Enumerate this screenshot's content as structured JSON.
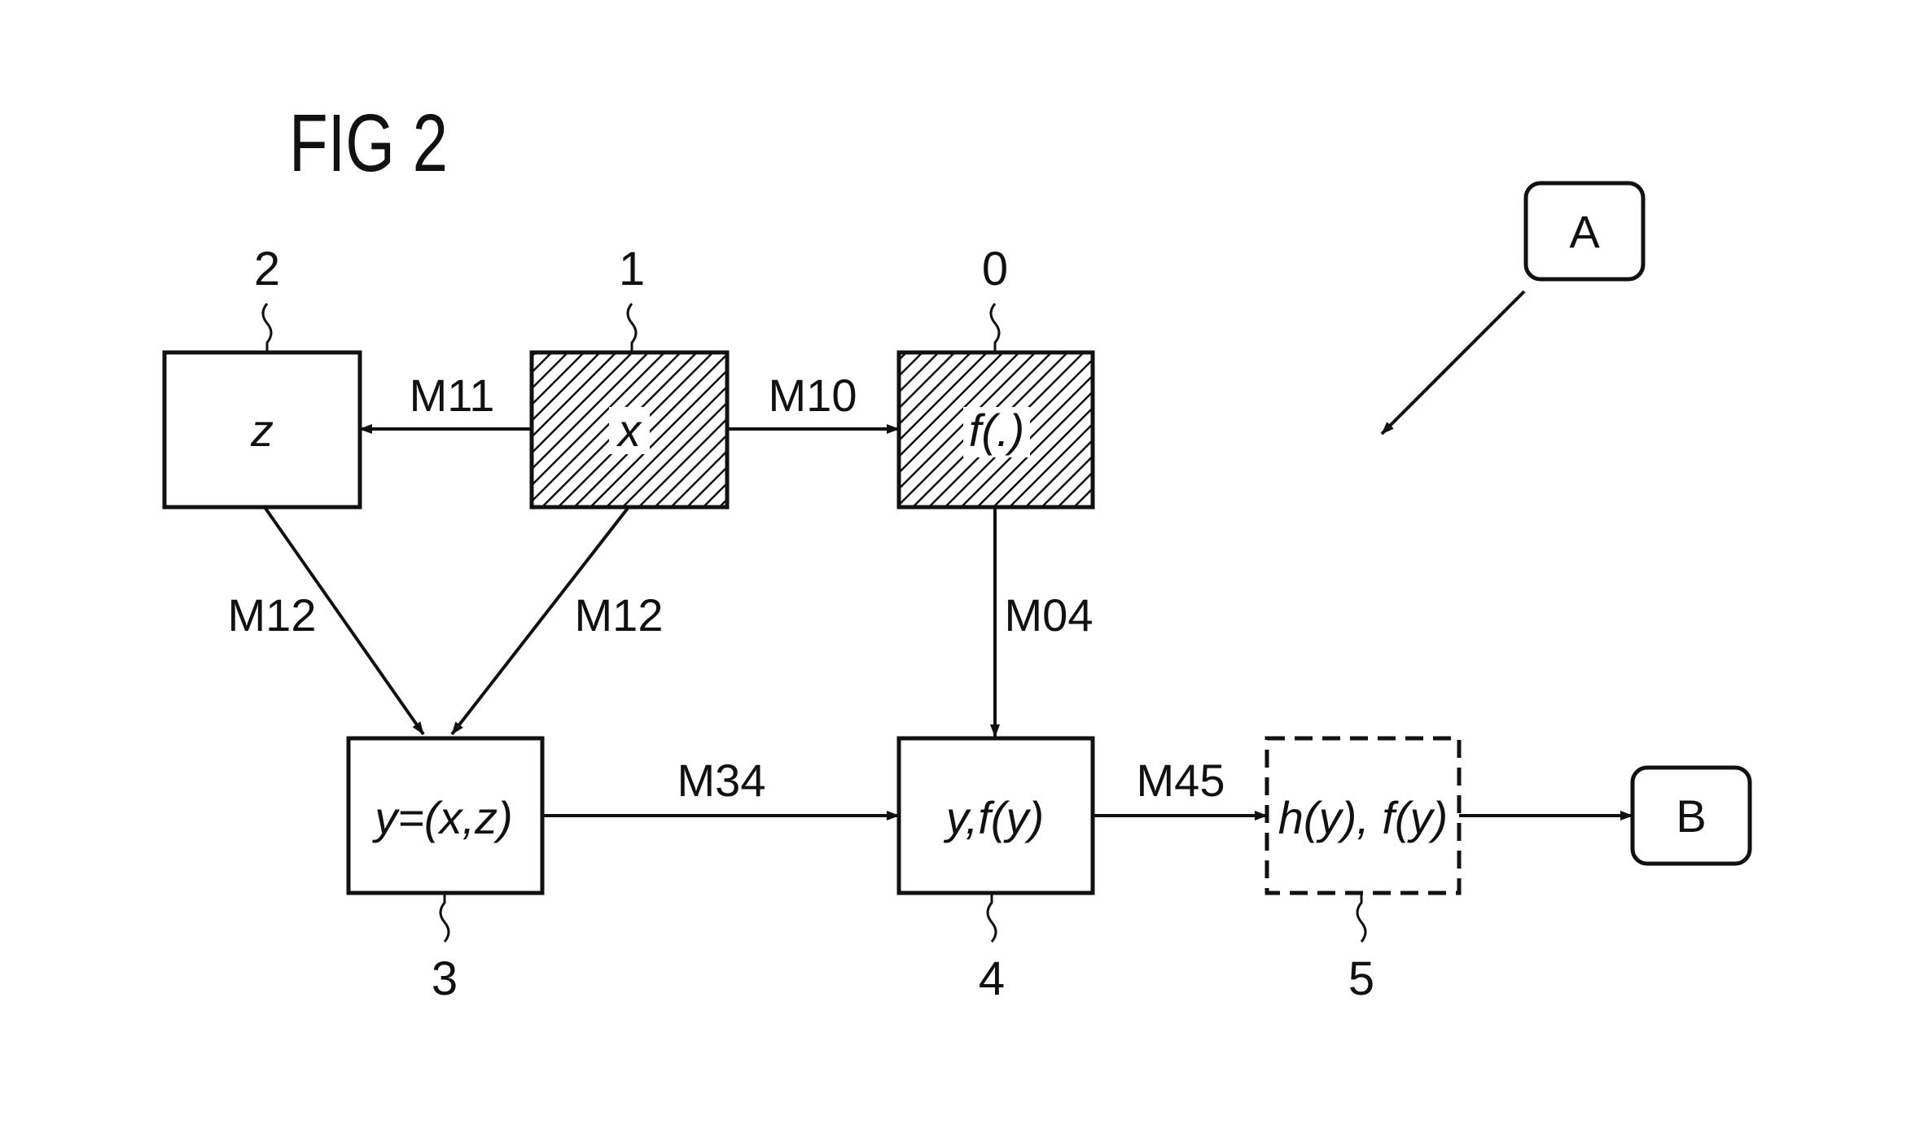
{
  "figure": {
    "title": "FIG 2"
  },
  "nodes": {
    "n2": {
      "ref": "2",
      "text": "z"
    },
    "n1": {
      "ref": "1",
      "text": "x"
    },
    "n0": {
      "ref": "0",
      "text": "f(.)"
    },
    "n3": {
      "ref": "3",
      "text": "y=(x,z)"
    },
    "n4": {
      "ref": "4",
      "text": "y,f(y)"
    },
    "n5": {
      "ref": "5",
      "text": "h(y), f(y)"
    }
  },
  "terminals": {
    "a": "A",
    "b": "B"
  },
  "edges": {
    "m11": "M11",
    "m10": "M10",
    "m12_left": "M12",
    "m12_right": "M12",
    "m04": "M04",
    "m34": "M34",
    "m45": "M45"
  }
}
